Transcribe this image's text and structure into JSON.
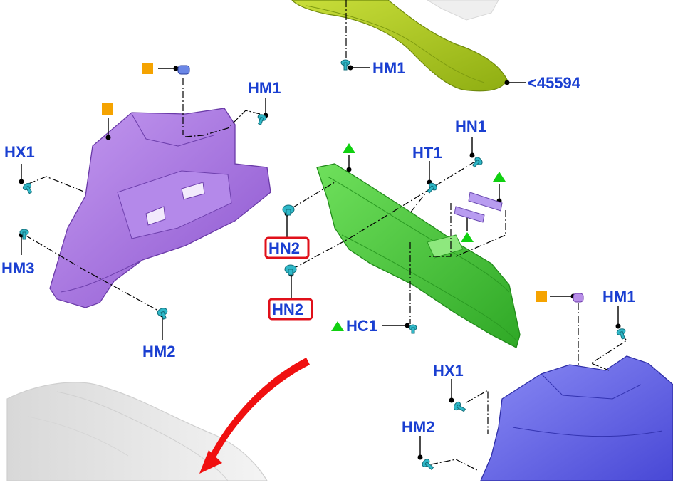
{
  "colors": {
    "label": "#1a3fd1",
    "highlight_box": "#e0101a",
    "arrow": "#f01010",
    "triangle_marker": "#10d010",
    "square_marker": "#f5a300",
    "part_yellow_green": "#a8c81e",
    "part_purple": "#a873e0",
    "part_green": "#46c83a",
    "part_blue": "#6a6ae8",
    "fastener": "#2fb8c8",
    "clip_blue": "#6a86e6",
    "ghost_part": "#e6e6e6"
  },
  "labels": {
    "hm1_top": "HM1",
    "ref_part": "<45594",
    "hm1_left": "HM1",
    "hx1_left": "HX1",
    "hm3": "HM3",
    "hm2_left": "HM2",
    "hn1": "HN1",
    "ht1": "HT1",
    "hn2_upper": "HN2",
    "hn2_lower": "HN2",
    "hc1": "HC1",
    "hm1_right": "HM1",
    "hx1_right": "HX1",
    "hm2_right": "HM2"
  },
  "icons": {
    "triangle": "triangle-marker-icon",
    "square": "square-marker-icon",
    "arrow": "curved-arrow-icon",
    "fastener": "push-pin-fastener-icon"
  }
}
